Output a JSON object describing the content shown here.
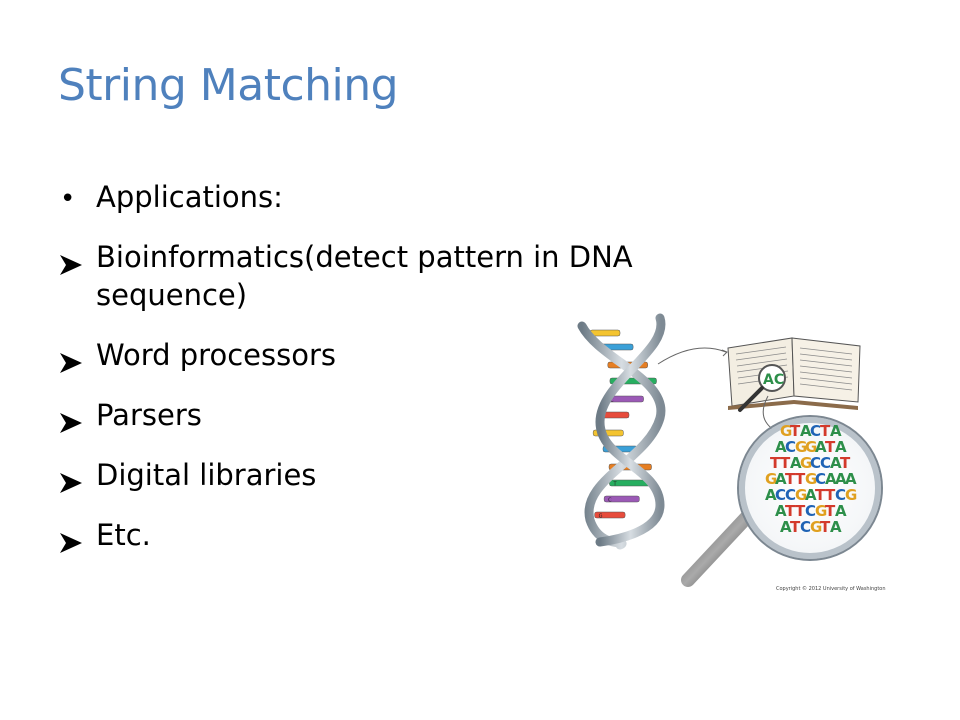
{
  "slide": {
    "title": "String Matching",
    "bullets": [
      {
        "type": "bullet",
        "text": "Applications:"
      },
      {
        "type": "sub",
        "text": "Bioinformatics(detect pattern in DNA sequence)"
      },
      {
        "type": "sub",
        "text": "Word processors"
      },
      {
        "type": "sub",
        "text": "Parsers"
      },
      {
        "type": "sub",
        "text": "Digital libraries"
      },
      {
        "type": "sub",
        "text": "Etc."
      }
    ],
    "illustration": {
      "base_letters": [
        "C",
        "A",
        "G",
        "T",
        "A",
        "T",
        "C",
        "G"
      ],
      "lens_lines": [
        "GTACTA",
        "ACGGATA",
        "TTAGCCAT",
        "GATTGCAAA",
        "ACCGATTCG",
        "ATTCGTA",
        "ATCGTA"
      ],
      "book_lens_text": "AC",
      "copyright": "Copyright © 2012 University of Washington"
    },
    "colors": {
      "title": "#4f81bd",
      "text": "#000000",
      "base_pairs": [
        "#f4c430",
        "#3aa0d8",
        "#e67e22",
        "#27ae60",
        "#9b59b6",
        "#e74c3c"
      ]
    }
  }
}
